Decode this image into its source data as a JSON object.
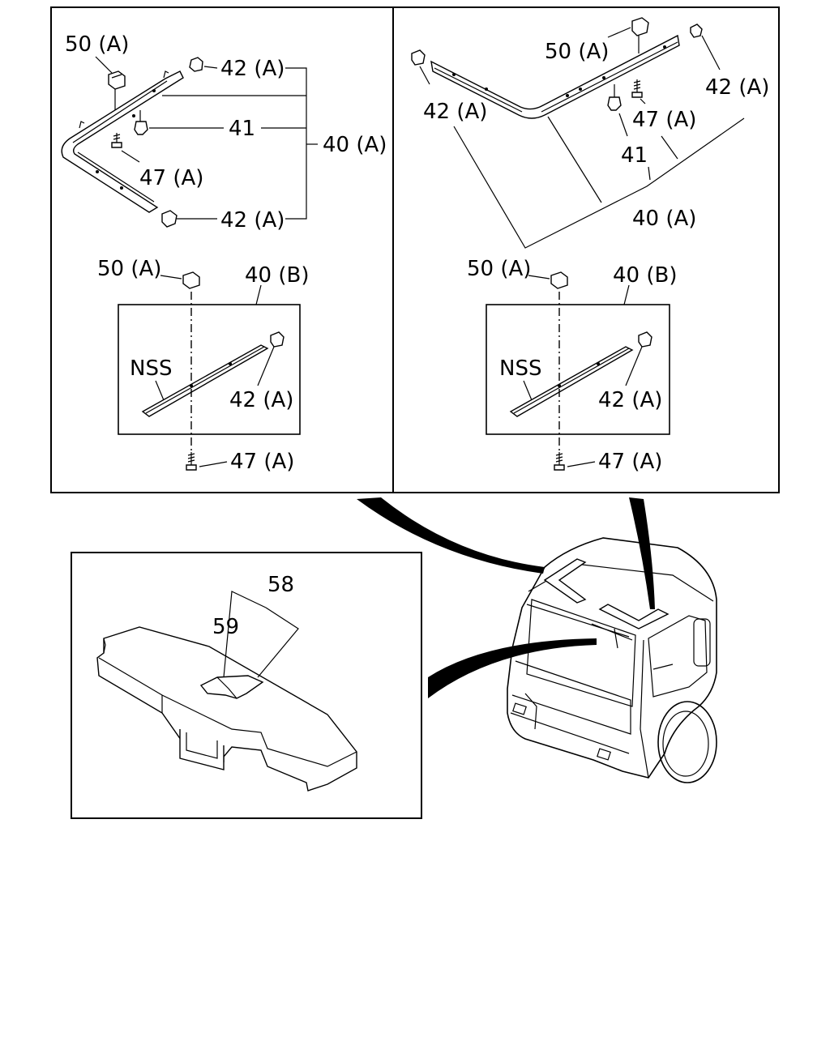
{
  "labels": {
    "l_50a_1": "50 (A)",
    "l_42a_1": "42 (A)",
    "l_41_1": "41",
    "l_40a_1": "40 (A)",
    "l_47a_1": "47 (A)",
    "l_42a_2": "42 (A)",
    "l_50a_2": "50 (A)",
    "l_40b_1": "40 (B)",
    "l_nss_1": "NSS",
    "l_42a_3": "42 (A)",
    "l_47a_2": "47 (A)",
    "r_50a_1": "50 (A)",
    "r_42a_1": "42 (A)",
    "r_42a_2": "42 (A)",
    "r_47a_1": "47 (A)",
    "r_41": "41",
    "r_40a": "40 (A)",
    "r_50a_2": "50 (A)",
    "r_40b": "40 (B)",
    "r_nss": "NSS",
    "r_42a_3": "42 (A)",
    "r_47a_2": "47 (A)",
    "b_58": "58",
    "b_59": "59"
  }
}
